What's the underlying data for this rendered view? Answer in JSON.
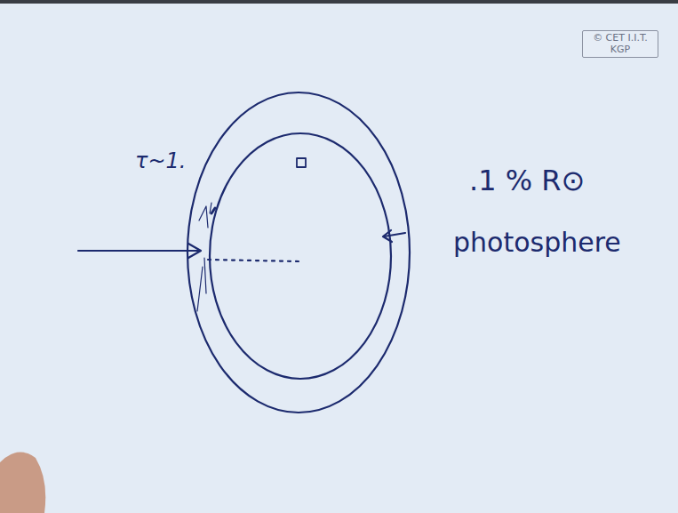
{
  "diagram": {
    "nodes": [
      {
        "text": [
          "© CET I.I.T. KGP"
        ]
      }
    ],
    "labels": [
      "τ~1.",
      ".1 % R⊙",
      "photosphere"
    ]
  }
}
